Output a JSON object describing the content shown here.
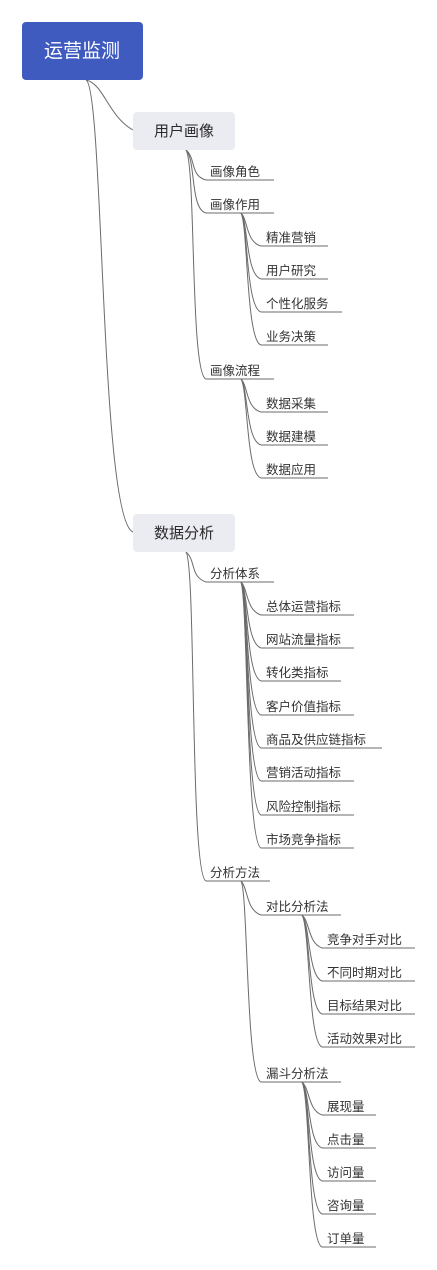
{
  "mindmap": {
    "root": "运营监测",
    "user_portrait": {
      "label": "用户画像",
      "roles": "画像角色",
      "uses": {
        "label": "画像作用",
        "items": [
          "精准营销",
          "用户研究",
          "个性化服务",
          "业务决策"
        ]
      },
      "flow": {
        "label": "画像流程",
        "items": [
          "数据采集",
          "数据建模",
          "数据应用"
        ]
      }
    },
    "data_analysis": {
      "label": "数据分析",
      "system": {
        "label": "分析体系",
        "items": [
          "总体运营指标",
          "网站流量指标",
          "转化类指标",
          "客户价值指标",
          "商品及供应链指标",
          "营销活动指标",
          "风险控制指标",
          "市场竞争指标"
        ]
      },
      "methods": {
        "label": "分析方法",
        "comparison": {
          "label": "对比分析法",
          "items": [
            "竞争对手对比",
            "不同时期对比",
            "目标结果对比",
            "活动效果对比"
          ]
        },
        "funnel": {
          "label": "漏斗分析法",
          "items": [
            "展现量",
            "点击量",
            "访问量",
            "咨询量",
            "订单量"
          ]
        }
      }
    }
  }
}
